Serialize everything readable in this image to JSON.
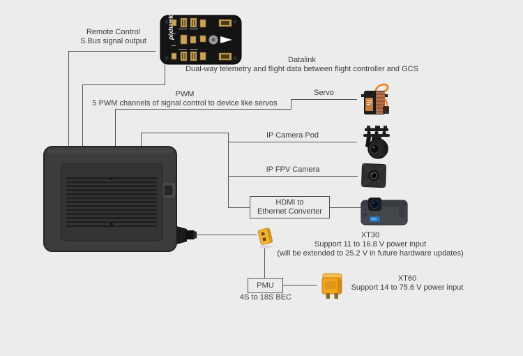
{
  "diagram": {
    "flight_controller": {
      "brand": "pixhawk"
    },
    "remote_control": {
      "line1": "Remote Control",
      "line2": "S.Bus signal output"
    },
    "datalink": {
      "title": "Datalink",
      "desc": "Dual-way telemetry and flight data between flight controller and GCS"
    },
    "pwm": {
      "title": "PWM",
      "desc": "5 PWM channels of signal control to device like servos"
    },
    "servo": {
      "label": "Servo"
    },
    "ip_camera_pod": {
      "label": "IP Camera Pod"
    },
    "ip_fpv_camera": {
      "label": "IP FPV Camera"
    },
    "hdmi_converter": {
      "line1": "HDMI to",
      "line2": "Ethernet Converter"
    },
    "xt30": {
      "title": "XT30",
      "support": "Support 11 to 16.8 V power input",
      "note": "(will be extended to 25.2 V in future hardware updates)"
    },
    "pmu": {
      "label": "PMU",
      "bec": "4S to 18S BEC"
    },
    "xt60": {
      "title": "XT60",
      "support": "Support 14 to 75.6 V power input"
    },
    "colors": {
      "background": "#ececec",
      "line": "#555555",
      "text": "#3c3c3c",
      "connector_yellow": "#f2b32d",
      "servo_wire_orange": "#ef7f1f"
    }
  }
}
